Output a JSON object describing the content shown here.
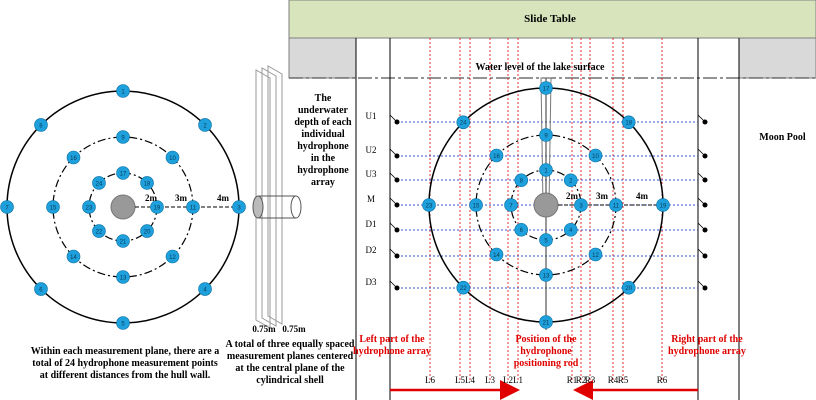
{
  "slide_table": {
    "label": "Slide Table",
    "fill": "#d8e4bc",
    "border": "#7f7f7f"
  },
  "water_level": "Water level of the lake surface",
  "moon_pool": "Moon Pool",
  "left_caption": "Within each measurement plane, there are a total of 24 hydrophone measurement points at different distances from the hull wall.",
  "depth_caption": "The underwater depth of each individual hydrophone in the hydrophone array",
  "planes_caption": "A total of three equally spaced measurement planes centered at the central plane of the cylindrical shell",
  "spacing_labels": [
    "0.75m",
    "0.75m"
  ],
  "radius_labels_left": [
    "2m",
    "3m",
    "4m"
  ],
  "radius_labels_right": [
    "2m",
    "3m",
    "4m"
  ],
  "left_numbers": {
    "outer": [
      "1",
      "2",
      "3",
      "4",
      "5",
      "6",
      "7",
      "8"
    ],
    "middle": [
      "9",
      "10",
      "11",
      "12",
      "13",
      "14",
      "15",
      "16"
    ],
    "inner": [
      "17",
      "18",
      "19",
      "20",
      "21",
      "22",
      "23",
      "24"
    ]
  },
  "right_numbers": {
    "inner_ring": [
      "1",
      "2",
      "3",
      "4",
      "5",
      "6",
      "7",
      "8"
    ],
    "middle_ring": [
      "9",
      "10",
      "11",
      "12",
      "13",
      "14",
      "15",
      "16"
    ],
    "outer_ring": [
      "17",
      "18",
      "19",
      "20",
      "21",
      "22",
      "23",
      "24"
    ]
  },
  "row_labels": [
    "U1",
    "U2",
    "U3",
    "M",
    "D1",
    "D2",
    "D3"
  ],
  "column_labels": [
    "L6",
    "L5",
    "L4",
    "L3",
    "L2",
    "L1",
    "R1",
    "R2",
    "R3",
    "R4",
    "R5",
    "R6"
  ],
  "bottom_labels": {
    "left": "Left part of the hydrophone array",
    "center": "Position of the hydrophone positioning rod",
    "right": "Right part of the hydrophone array"
  },
  "colors": {
    "node": "#1ea0dc",
    "red": "#e00000",
    "dotted_blue": "#3355cc",
    "center": "#999999"
  }
}
